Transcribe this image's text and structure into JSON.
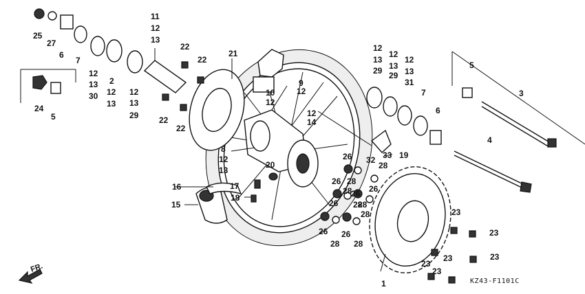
{
  "callouts": [
    {
      "id": "c25",
      "text": "25"
    },
    {
      "id": "c27",
      "text": "27"
    },
    {
      "id": "c6a",
      "text": "6"
    },
    {
      "id": "c7a",
      "text": "7"
    },
    {
      "id": "c12a",
      "text": "12"
    },
    {
      "id": "c13a",
      "text": "13"
    },
    {
      "id": "c30",
      "text": "30"
    },
    {
      "id": "c2",
      "text": "2"
    },
    {
      "id": "c12b",
      "text": "12"
    },
    {
      "id": "c13b",
      "text": "13"
    },
    {
      "id": "c12c",
      "text": "12"
    },
    {
      "id": "c13c",
      "text": "13"
    },
    {
      "id": "c29a",
      "text": "29"
    },
    {
      "id": "c11",
      "text": "11"
    },
    {
      "id": "c12d",
      "text": "12"
    },
    {
      "id": "c13d",
      "text": "13"
    },
    {
      "id": "c22a",
      "text": "22"
    },
    {
      "id": "c22b",
      "text": "22"
    },
    {
      "id": "c22c",
      "text": "22"
    },
    {
      "id": "c22d",
      "text": "22"
    },
    {
      "id": "c21",
      "text": "21"
    },
    {
      "id": "c24",
      "text": "24"
    },
    {
      "id": "c5a",
      "text": "5"
    },
    {
      "id": "c9",
      "text": "9"
    },
    {
      "id": "c12e",
      "text": "12"
    },
    {
      "id": "c10",
      "text": "10"
    },
    {
      "id": "c12f",
      "text": "12"
    },
    {
      "id": "c12g",
      "text": "12"
    },
    {
      "id": "c14",
      "text": "14"
    },
    {
      "id": "c8",
      "text": "8"
    },
    {
      "id": "c12h",
      "text": "12"
    },
    {
      "id": "c13e",
      "text": "13"
    },
    {
      "id": "c20",
      "text": "20"
    },
    {
      "id": "c16",
      "text": "16"
    },
    {
      "id": "c17",
      "text": "17"
    },
    {
      "id": "c18",
      "text": "18"
    },
    {
      "id": "c15",
      "text": "15"
    },
    {
      "id": "c12i",
      "text": "12"
    },
    {
      "id": "c13f",
      "text": "13"
    },
    {
      "id": "c29b",
      "text": "29"
    },
    {
      "id": "c12j",
      "text": "12"
    },
    {
      "id": "c13g",
      "text": "13"
    },
    {
      "id": "c29c",
      "text": "29"
    },
    {
      "id": "c12k",
      "text": "12"
    },
    {
      "id": "c13h",
      "text": "13"
    },
    {
      "id": "c31",
      "text": "31"
    },
    {
      "id": "c7b",
      "text": "7"
    },
    {
      "id": "c6b",
      "text": "6"
    },
    {
      "id": "c5b",
      "text": "5"
    },
    {
      "id": "c3",
      "text": "3"
    },
    {
      "id": "c4",
      "text": "4"
    },
    {
      "id": "c33",
      "text": "33"
    },
    {
      "id": "c19",
      "text": "19"
    },
    {
      "id": "c32",
      "text": "32"
    },
    {
      "id": "c26a",
      "text": "26"
    },
    {
      "id": "c28a",
      "text": "28"
    },
    {
      "id": "c28b",
      "text": "28"
    },
    {
      "id": "c26b",
      "text": "26"
    },
    {
      "id": "c26c",
      "text": "26"
    },
    {
      "id": "c28c",
      "text": "28"
    },
    {
      "id": "c26d",
      "text": "26"
    },
    {
      "id": "c28d",
      "text": "28"
    },
    {
      "id": "c26e",
      "text": "26"
    },
    {
      "id": "c28e",
      "text": "28"
    },
    {
      "id": "c28f",
      "text": "28"
    },
    {
      "id": "c26f",
      "text": "26"
    },
    {
      "id": "c28g",
      "text": "28"
    },
    {
      "id": "c26g",
      "text": "26"
    },
    {
      "id": "c28h",
      "text": "28"
    },
    {
      "id": "c1",
      "text": "1"
    },
    {
      "id": "c23a",
      "text": "23"
    },
    {
      "id": "c23b",
      "text": "23"
    },
    {
      "id": "c23c",
      "text": "23"
    },
    {
      "id": "c23d",
      "text": "23"
    },
    {
      "id": "c23e",
      "text": "23"
    },
    {
      "id": "c23f",
      "text": "23"
    }
  ],
  "direction_label": "FR.",
  "diagram_code": "KZ43-F1101C"
}
